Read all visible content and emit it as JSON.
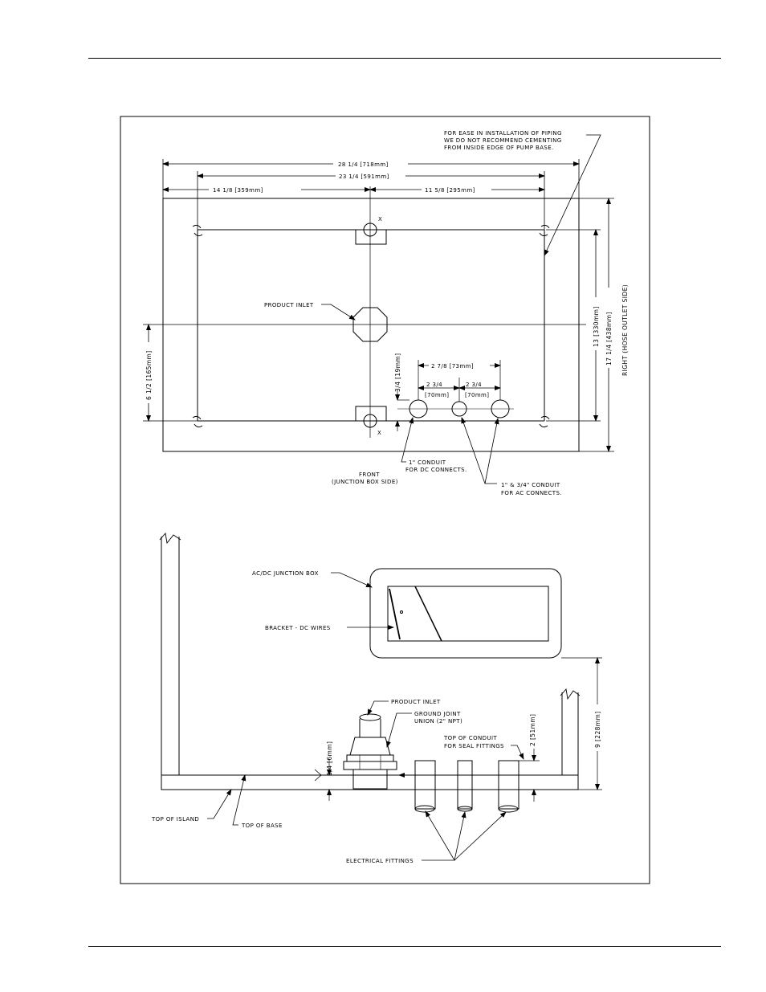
{
  "top_plan": {
    "note_lines": [
      "FOR EASE IN INSTALLATION OF PIPING",
      "WE DO NOT RECOMMEND CEMENTING",
      "FROM INSIDE EDGE OF PUMP BASE."
    ],
    "dim_overall_width": "28 1/4 [718mm]",
    "dim_bolt_width": "23 1/4 [591mm]",
    "dim_left_to_center": "14 1/8 [359mm]",
    "dim_center_to_right": "11 5/8 [295mm]",
    "dim_inner_depth": "13 [330mm]",
    "dim_overall_depth": "17 1/4 [438mm]",
    "right_side_label": "RIGHT (HOSE OUTLET SIDE)",
    "dim_front_offset": "6 1/2 [165mm]",
    "product_inlet_label": "PRODUCT INLET",
    "marker_x_top": "X",
    "marker_x_bottom": "X",
    "dim_conduit_offset": "3/4 [19mm]",
    "dim_conduit_span": "2 7/8 [73mm]",
    "dim_conduit_spacing_1_a": "2 3/4",
    "dim_conduit_spacing_1_b": "[70mm]",
    "dim_conduit_spacing_2_a": "2 3/4",
    "dim_conduit_spacing_2_b": "[70mm]",
    "dc_conduit_lines": [
      "1\" CONDUIT",
      "FOR DC CONNECTS."
    ],
    "front_label_lines": [
      "FRONT",
      "(JUNCTION BOX SIDE)"
    ],
    "ac_conduit_lines": [
      "1\" & 3/4\" CONDUIT",
      "FOR AC CONNECTS."
    ]
  },
  "side_elevation": {
    "junction_box_label": "AC/DC JUNCTION BOX",
    "bracket_label": "BRACKET - DC WIRES",
    "product_inlet_label": "PRODUCT INLET",
    "ground_joint_lines": [
      "GROUND JOINT",
      "UNION (2\" NPT)"
    ],
    "top_conduit_lines": [
      "TOP OF CONDUIT",
      "FOR SEAL FITTINGS"
    ],
    "dim_conduit_height": "2 [51mm]",
    "dim_box_height": "9 [228mm]",
    "dim_base_thickness": "1/4 [6mm]",
    "top_of_island_label": "TOP OF ISLAND",
    "top_of_base_label": "TOP OF BASE",
    "electrical_fittings_label": "ELECTRICAL FITTINGS"
  }
}
